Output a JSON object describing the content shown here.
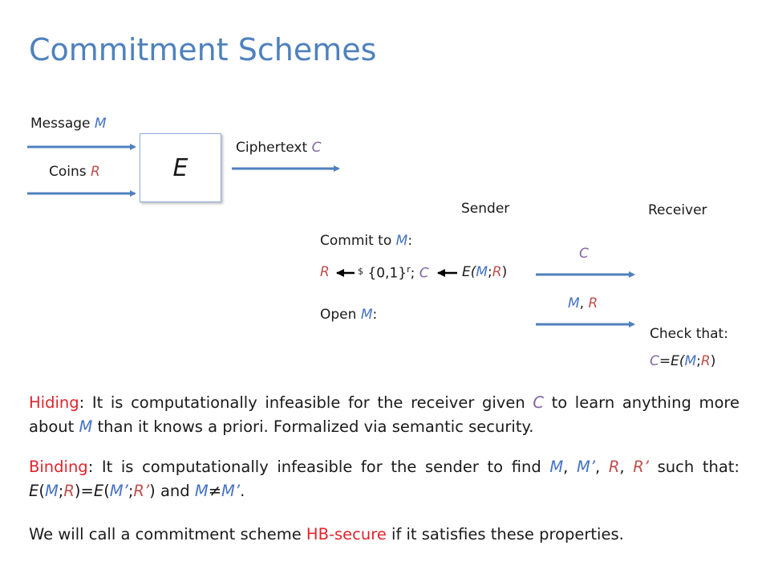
{
  "title": "Commitment Schemes",
  "diagram": {
    "message_label": "Message ",
    "message_var": "M",
    "coins_label": "Coins ",
    "coins_var": "R",
    "box_label": "E",
    "ciphertext_label": "Ciphertext ",
    "ciphertext_var": "C",
    "sender": "Sender",
    "receiver": "Receiver",
    "commit_label": "Commit to ",
    "commit_var": "M",
    "colon": ":",
    "r_var": "R",
    "dollar": "$",
    "set": "{0,1}",
    "sup_r": "r",
    "semicolon": "; ",
    "c_var": "C",
    "e_expr_e": "E(",
    "e_expr_m": "M",
    "e_expr_semi": ";",
    "e_expr_r": "R",
    "e_expr_close": ")",
    "msg_c": "C",
    "msg_m": "M",
    "msg_comma": ", ",
    "msg_r": "R",
    "open_label": "Open ",
    "open_var": "M",
    "check_label": "Check that:",
    "check_c": "C",
    "check_eq": "=E(",
    "check_m": "M",
    "check_semi": ";",
    "check_r": "R",
    "check_close": ")"
  },
  "hiding": {
    "term": "Hiding",
    "t1": ": It is computationally infeasible for the receiver given ",
    "c": "C",
    "t2": " to learn anything more about ",
    "m": "M",
    "t3": " than it knows a priori. Formalized via semantic security."
  },
  "binding": {
    "term": "Binding",
    "t1": ": It is computationally infeasible for the sender to find ",
    "m": "M",
    "sep1": ", ",
    "m2": "M’",
    "sep2": ", ",
    "r": "R",
    "sep3": ", ",
    "r2": "R’",
    "t2": " such that: ",
    "e1": "E",
    "p1": "(",
    "m_b": "M",
    "semi1": ";",
    "r_b": "R",
    "p2": ")=",
    "e2": "E",
    "p3": "(",
    "m2_b": "M’",
    "semi2": ";",
    "r2_b": "R’",
    "p4": ") and ",
    "m_c": "M",
    "neq": "≠",
    "m2_c": "M’",
    "end": "."
  },
  "hb": {
    "t1": "We will call a commitment scheme ",
    "term": "HB-secure",
    "t2": " if it satisfies these properties."
  }
}
